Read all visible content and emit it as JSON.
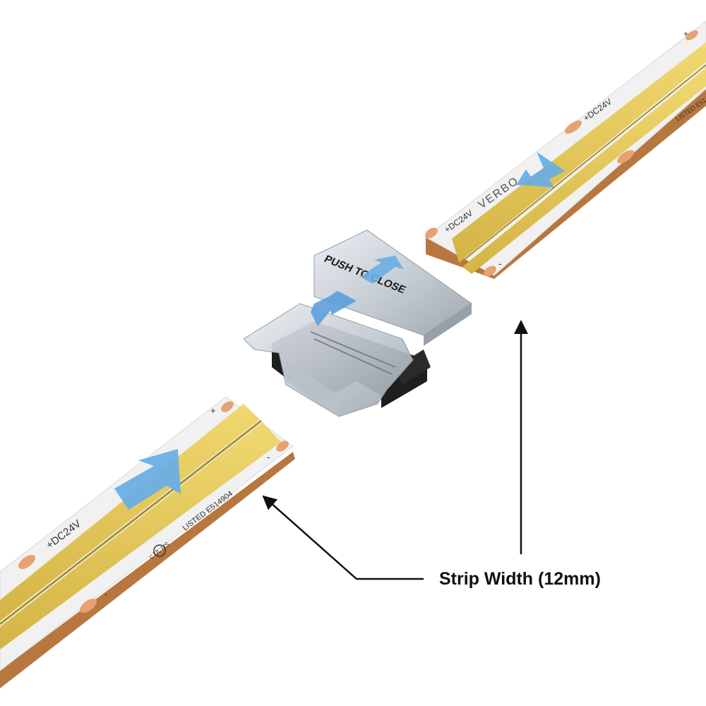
{
  "callout": {
    "label": "Strip Width (12mm)"
  },
  "connector": {
    "push_label": "PUSH TO CLOSE"
  },
  "strip_top_right": {
    "voltage_label_1": "+DC24V",
    "voltage_label_2": "+DC24V",
    "brand": "VERBO",
    "listing_mark": "LISTED E51",
    "plus_sign": "+",
    "minus_sign": "-"
  },
  "strip_bottom_left": {
    "voltage_label": "+DC24V",
    "listing_mark": "LISTED E514904",
    "ul_mark": "c UL US",
    "plus_sign": "+",
    "minus_sign": "-"
  },
  "colors": {
    "cob_phosphor": "#e9cf63",
    "cob_phosphor_dark": "#c9ab3c",
    "pcb_white": "#eeeeee",
    "copper_edge": "#b8773f",
    "pad": "#e8a170",
    "arrow_blue": "#6aaee3",
    "connector_clear": "#cfd6dc",
    "connector_black": "#1e1e1e",
    "leader_line": "#111111"
  },
  "icons": {
    "insert_arrow": "blue-direction-arrow",
    "ul_logo": "ul-listing-icon"
  }
}
